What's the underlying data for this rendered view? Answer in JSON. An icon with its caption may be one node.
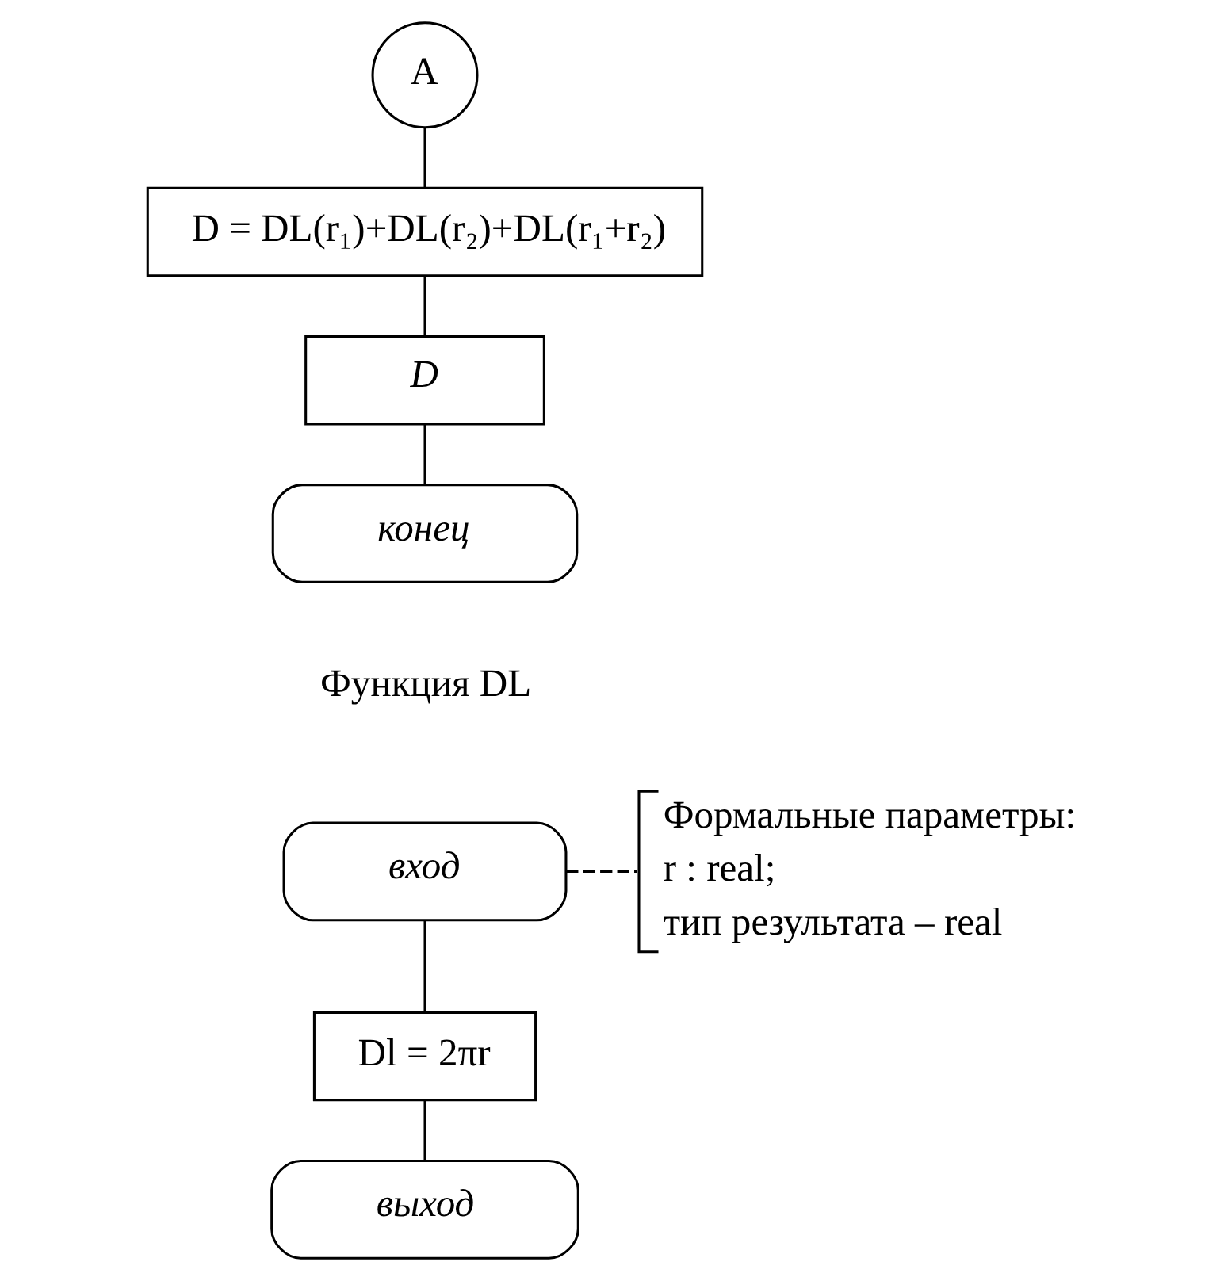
{
  "diagram": {
    "nodes": [
      {
        "text": [
          "A"
        ]
      },
      {
        "text": [
          "D = DL(r₁)+DL(r₂)+DL(r₁+r₂)"
        ]
      },
      {
        "text": [
          "D"
        ]
      },
      {
        "text": [
          "конец"
        ]
      },
      {
        "text": [
          "вход"
        ]
      },
      {
        "text": [
          "Формальные параметры:",
          "r : real;",
          "тип результата – real"
        ]
      },
      {
        "text": [
          "Dl = 2πr"
        ]
      },
      {
        "text": [
          "выход"
        ]
      }
    ],
    "edges": [
      {
        "from": 0,
        "to": 1,
        "arrow": "none"
      },
      {
        "from": 1,
        "to": 2,
        "arrow": "none"
      },
      {
        "from": 2,
        "to": 3,
        "arrow": "none"
      },
      {
        "from": 4,
        "to": 5,
        "arrow": "none",
        "style": "dashed"
      },
      {
        "from": 4,
        "to": 6,
        "arrow": "none"
      },
      {
        "from": 6,
        "to": 7,
        "arrow": "none"
      }
    ],
    "labels": [
      "Функция DL"
    ]
  }
}
